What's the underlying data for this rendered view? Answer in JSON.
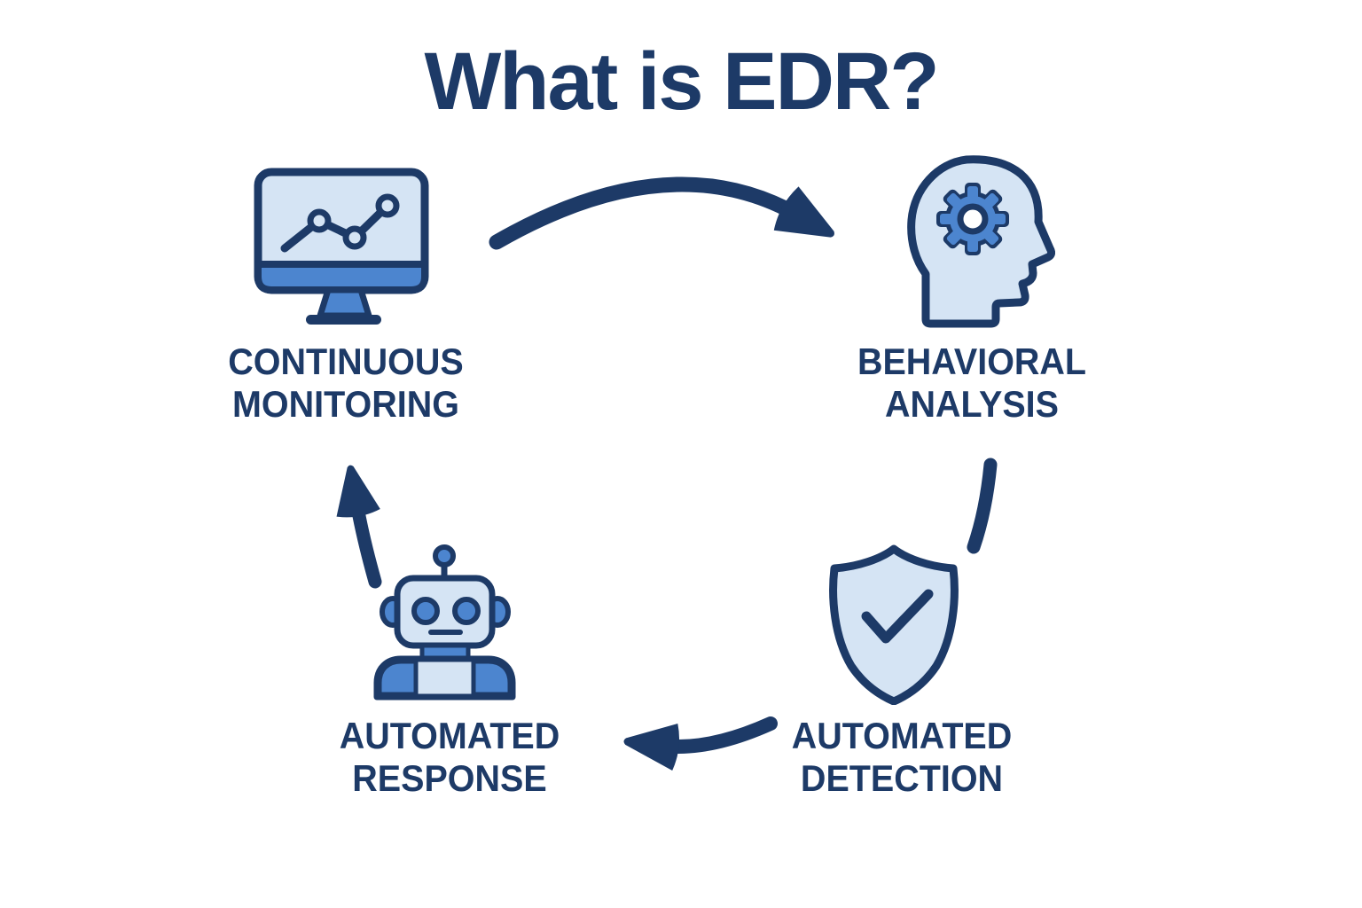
{
  "title": "What is EDR?",
  "colors": {
    "navy": "#1d3a67",
    "medium_blue": "#4c85cf",
    "light_blue": "#d5e4f4",
    "background": "#ffffff"
  },
  "diagram": {
    "type": "cycle",
    "nodes": [
      {
        "id": "continuous-monitoring",
        "label_line1": "CONTINUOUS",
        "label_line2": "MONITORING",
        "icon": "monitor-line-chart-icon",
        "position": "top-left"
      },
      {
        "id": "behavioral-analysis",
        "label_line1": "BEHAVIORAL",
        "label_line2": "ANALYSIS",
        "icon": "head-gear-icon",
        "position": "top-right"
      },
      {
        "id": "automated-detection",
        "label_line1": "AUTOMATED",
        "label_line2": "DETECTION",
        "icon": "shield-check-icon",
        "position": "bottom-right"
      },
      {
        "id": "automated-response",
        "label_line1": "AUTOMATED",
        "label_line2": "RESPONSE",
        "icon": "robot-icon",
        "position": "bottom-left"
      }
    ],
    "arrows": [
      {
        "id": "monitoring-to-analysis",
        "from": "continuous-monitoring",
        "to": "behavioral-analysis",
        "shape": "arc",
        "direction": "right",
        "arrowhead": true
      },
      {
        "id": "analysis-to-detection",
        "from": "behavioral-analysis",
        "to": "automated-detection",
        "shape": "arc",
        "direction": "down",
        "arrowhead": false
      },
      {
        "id": "detection-to-response",
        "from": "automated-detection",
        "to": "automated-response",
        "shape": "arc",
        "direction": "left",
        "arrowhead": true
      },
      {
        "id": "response-to-monitoring",
        "from": "automated-response",
        "to": "continuous-monitoring",
        "shape": "arc",
        "direction": "up",
        "arrowhead": true
      }
    ]
  }
}
